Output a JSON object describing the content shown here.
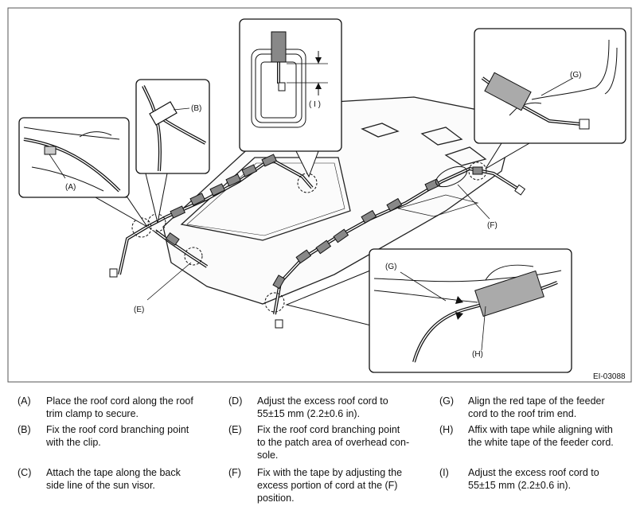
{
  "figure": {
    "id": "EI-03088",
    "callouts": {
      "A": "(A)",
      "B": "(B)",
      "E": "(E)",
      "F": "(F)",
      "G_top": "(G)",
      "G_bottom": "(G)",
      "H": "(H)",
      "I": "( I )"
    }
  },
  "legend": [
    {
      "key": "(A)",
      "text": "Place the roof cord along the roof trim clamp to secure.",
      "lines": [
        "Place the roof cord along the roof",
        "trim clamp to secure."
      ]
    },
    {
      "key": "(B)",
      "text": "Fix the roof cord branching point with the clip.",
      "lines": [
        "Fix the roof cord branching point",
        "with the clip."
      ]
    },
    {
      "key": "(C)",
      "text": "Attach the tape along the back side line of the sun visor.",
      "lines": [
        "Attach the tape along the back",
        "side line of the sun visor."
      ]
    },
    {
      "key": "(D)",
      "text": "Adjust the excess roof cord to 55±15 mm (2.2±0.6 in).",
      "lines": [
        "Adjust the excess roof cord to",
        "55±15 mm (2.2±0.6 in)."
      ]
    },
    {
      "key": "(E)",
      "text": "Fix the roof cord branching point to the patch area of overhead console.",
      "lines": [
        "Fix the roof cord branching point",
        "to the patch area of overhead con-",
        "sole."
      ]
    },
    {
      "key": "(F)",
      "text": "Fix with the tape by adjusting the excess portion of cord at the (F) position.",
      "lines": [
        "Fix with the tape by adjusting the",
        "excess portion of cord at the (F)",
        "position."
      ]
    },
    {
      "key": "(G)",
      "text": "Align the red tape of the feeder cord to the roof trim end.",
      "lines": [
        "Align the red tape of the feeder",
        "cord to the roof trim end."
      ]
    },
    {
      "key": "(H)",
      "text": "Affix with tape while aligning with the white tape of the feeder cord.",
      "lines": [
        "Affix with tape while aligning with",
        "the white tape of the feeder cord."
      ]
    },
    {
      "key": "(I)",
      "text": "Adjust the excess roof cord to 55±15 mm (2.2±0.6 in).",
      "lines": [
        "Adjust the excess roof cord to",
        "55±15 mm (2.2±0.6 in)."
      ]
    }
  ]
}
